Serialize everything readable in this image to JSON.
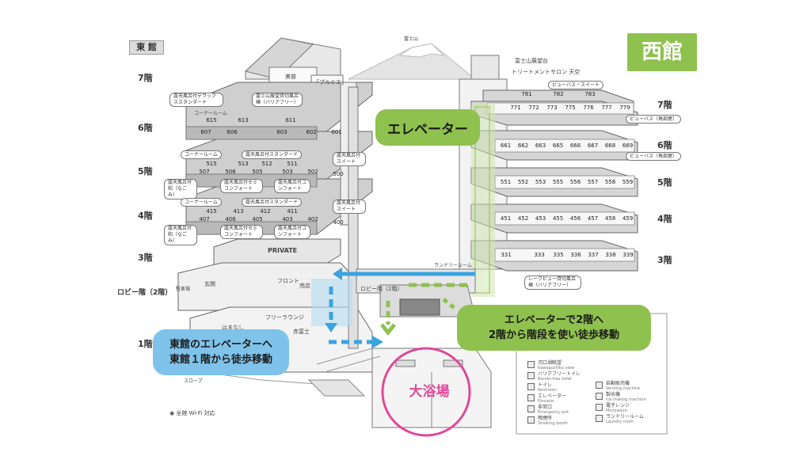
{
  "labels": {
    "east_wing": "東 館",
    "west_wing": "西館",
    "mt_fuji": "富士山",
    "wifi": "全館 Wi-Fi 対応"
  },
  "east_floors": [
    "7階",
    "6階",
    "5階",
    "4階",
    "3階",
    "ロビー階（2階）",
    "1階"
  ],
  "west_floors": [
    "7階",
    "6階",
    "5階",
    "4階",
    "3階"
  ],
  "east_7f": {
    "bijutsu": "美普",
    "prumie": "「プルミエ」",
    "deluxe": "露天風呂付デラックススタンダード"
  },
  "east_6f": {
    "tag_deluxe": "露天風呂付デラックススタンダード",
    "tag_barrier": "富士山展望貸切風呂棟（バリアフリー）",
    "corner": "コーナールーム",
    "rooms_back": [
      "615",
      "613",
      "611"
    ],
    "rooms_front": [
      "607",
      "606",
      "603",
      "602",
      "601"
    ]
  },
  "east_5f": {
    "corner": "コーナールーム",
    "tag_std": "露天風呂付スタンダード",
    "tag_suite": "露天風呂付スイート",
    "rooms_back": [
      "515",
      "513",
      "512",
      "511"
    ],
    "rooms_front": [
      "507",
      "506",
      "505",
      "503",
      "502",
      "500"
    ],
    "tag_wa": "露天風呂付和（なごみ）",
    "tag_semi": "露天風呂付セミコンフォート",
    "tag_comfort": "露天風呂付コンフォート"
  },
  "east_4f": {
    "corner": "コーナールーム",
    "tag_std": "露天風呂付スタンダード",
    "tag_suite": "露天風呂付スイート",
    "rooms_back": [
      "415",
      "413",
      "412",
      "411"
    ],
    "rooms_front": [
      "407",
      "406",
      "405",
      "403",
      "402",
      "400"
    ],
    "tag_wa": "露天風呂付和（なごみ）",
    "tag_semi": "露天風呂付セミコンフォート",
    "tag_comfort": "露天風呂付コンフォート"
  },
  "east_low": {
    "private": "PRIVATE",
    "genkan": "玄関",
    "front": "フロント",
    "shop": "売店",
    "lobby": "ロビー階（2階）",
    "free_lounge": "フリーラウンジ",
    "hamanashi": "はまなし",
    "akafuji": "赤富士",
    "slope": "スロープ",
    "parking": "駐車場"
  },
  "west_7f": {
    "observatory": "富士山展望台",
    "salon": "トリートメントサロン 天空",
    "view_suite": "ビューバス・スイート",
    "rooms_back": [
      "781",
      "782",
      "783"
    ],
    "rooms": [
      "771",
      "772",
      "773",
      "775",
      "776",
      "777",
      "779"
    ],
    "view_corner": "ビューバス（角部屋）"
  },
  "west_6f": {
    "rooms": [
      "661",
      "662",
      "663",
      "665",
      "666",
      "667",
      "668",
      "669"
    ],
    "view_corner": "ビューバス（角部屋）"
  },
  "west_5f": {
    "rooms": [
      "551",
      "552",
      "553",
      "555",
      "556",
      "557",
      "558",
      "559"
    ]
  },
  "west_4f": {
    "rooms": [
      "451",
      "452",
      "453",
      "455",
      "456",
      "457",
      "458",
      "459"
    ]
  },
  "west_3f": {
    "rooms": [
      "331",
      "333",
      "335",
      "336",
      "337",
      "338",
      "339"
    ],
    "laundry": "ランドリールーム",
    "tag_lake": "レークビュー貸切風呂棟（バリアフリー）"
  },
  "callouts": {
    "elevator": "エレベーター",
    "west_route_line1": "エレベーターで2階へ",
    "west_route_line2": "2階から階段を使い徒歩移動",
    "east_route_line1": "東館のエレベーターへ",
    "east_route_line2": "東館１階から徒歩移動",
    "bath": "大浴場"
  },
  "legend": [
    {
      "jp": "河口湖眺望",
      "en": "Kawaguchiko view"
    },
    {
      "jp": "バリアフリートイレ",
      "en": "Barrier-free toilet"
    },
    {
      "jp": "トイレ",
      "en": "Restroom"
    },
    {
      "jp": "エレベーター",
      "en": "Elevator"
    },
    {
      "jp": "非常口",
      "en": "Emergency exit"
    },
    {
      "jp": "喫煙所",
      "en": "Smoking booth"
    },
    {
      "jp": "自動販売機",
      "en": "Vending machine"
    },
    {
      "jp": "製氷機",
      "en": "Ice making machine"
    },
    {
      "jp": "電子レンジ",
      "en": "Microwave"
    },
    {
      "jp": "ランドリールーム",
      "en": "Laundry room"
    }
  ],
  "colors": {
    "green_callout": "#8fc14f",
    "green_dark": "#6ba33a",
    "blue_callout": "#7fc3ea",
    "blue_arrow": "#3aa3e0",
    "pink_circle": "#e0489a",
    "floor_fill": "#c9c9c9"
  }
}
